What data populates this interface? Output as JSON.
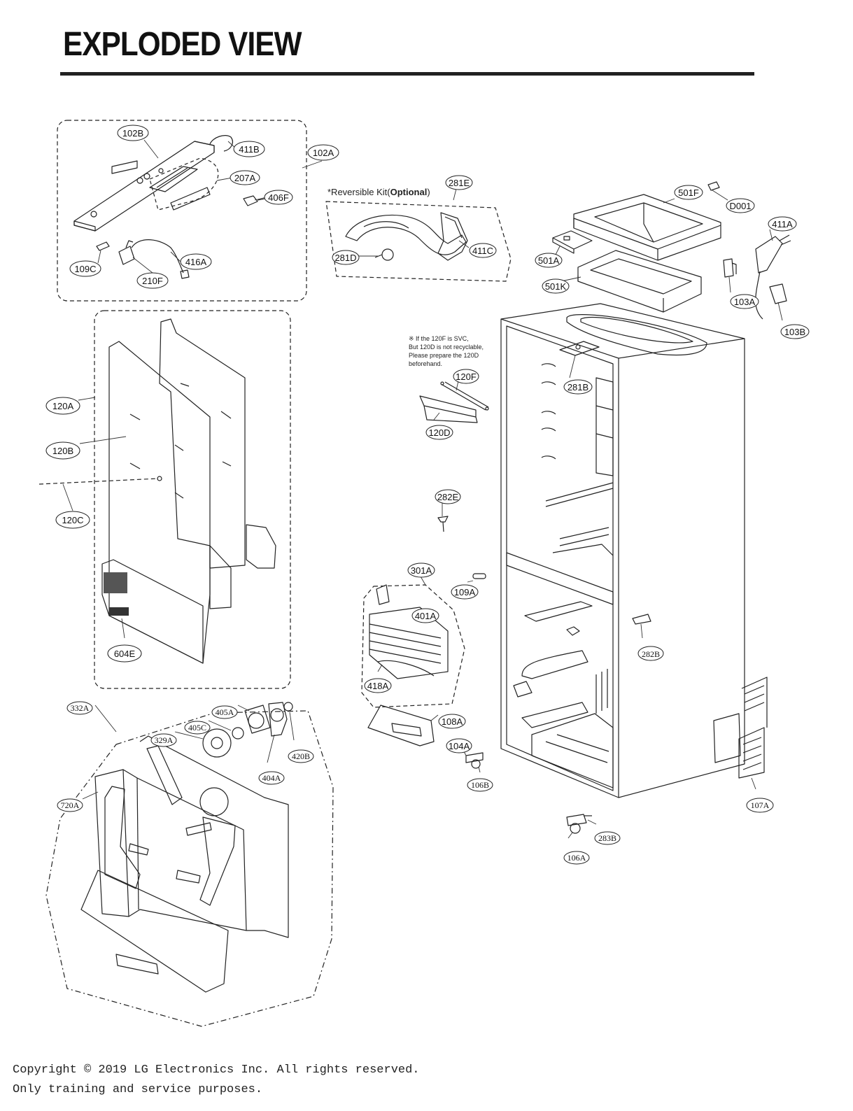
{
  "page": {
    "title": "EXPLODED VIEW"
  },
  "annotations": {
    "reversible_kit_prefix": "*Reversible Kit(",
    "reversible_kit_bold": "Optional",
    "reversible_kit_suffix": ")",
    "svc_note": [
      "※ If the 120F is SVC,",
      "But 120D is not recyclable,",
      "Please prepare the 120D",
      "beforehand."
    ]
  },
  "callouts": [
    {
      "id": "c102B",
      "label": "102B"
    },
    {
      "id": "c411B",
      "label": "411B"
    },
    {
      "id": "c102A",
      "label": "102A"
    },
    {
      "id": "c207A",
      "label": "207A"
    },
    {
      "id": "c406F",
      "label": "406F"
    },
    {
      "id": "c109C",
      "label": "109C"
    },
    {
      "id": "c210F",
      "label": "210F"
    },
    {
      "id": "c416A",
      "label": "416A"
    },
    {
      "id": "c281E",
      "label": "281E"
    },
    {
      "id": "c281D",
      "label": "281D"
    },
    {
      "id": "c411C",
      "label": "411C"
    },
    {
      "id": "c501F",
      "label": "501F"
    },
    {
      "id": "cD001",
      "label": "D001"
    },
    {
      "id": "c411A",
      "label": "411A"
    },
    {
      "id": "c501A",
      "label": "501A"
    },
    {
      "id": "c501K",
      "label": "501K"
    },
    {
      "id": "c103A",
      "label": "103A"
    },
    {
      "id": "c103B",
      "label": "103B"
    },
    {
      "id": "c120F",
      "label": "120F"
    },
    {
      "id": "c281B",
      "label": "281B"
    },
    {
      "id": "c120D",
      "label": "120D"
    },
    {
      "id": "c120A",
      "label": "120A"
    },
    {
      "id": "c120B",
      "label": "120B"
    },
    {
      "id": "c120C",
      "label": "120C"
    },
    {
      "id": "c282E",
      "label": "282E"
    },
    {
      "id": "c301A",
      "label": "301A"
    },
    {
      "id": "c109A",
      "label": "109A"
    },
    {
      "id": "c401A",
      "label": "401A"
    },
    {
      "id": "c418A",
      "label": "418A"
    },
    {
      "id": "c282B",
      "label": "282B"
    },
    {
      "id": "c604E",
      "label": "604E"
    },
    {
      "id": "c332A",
      "label": "332A"
    },
    {
      "id": "c405A",
      "label": "405A"
    },
    {
      "id": "c405C",
      "label": "405C"
    },
    {
      "id": "c329A",
      "label": "329A"
    },
    {
      "id": "c420B",
      "label": "420B"
    },
    {
      "id": "c404A",
      "label": "404A"
    },
    {
      "id": "c720A",
      "label": "720A"
    },
    {
      "id": "c108A",
      "label": "108A"
    },
    {
      "id": "c104A",
      "label": "104A"
    },
    {
      "id": "c106B",
      "label": "106B"
    },
    {
      "id": "c107A",
      "label": "107A"
    },
    {
      "id": "c283B",
      "label": "283B"
    },
    {
      "id": "c106A",
      "label": "106A"
    }
  ],
  "footer": {
    "copyright": "Copyright © 2019 LG Electronics Inc. All rights reserved.",
    "usage": "Only training and service purposes."
  }
}
